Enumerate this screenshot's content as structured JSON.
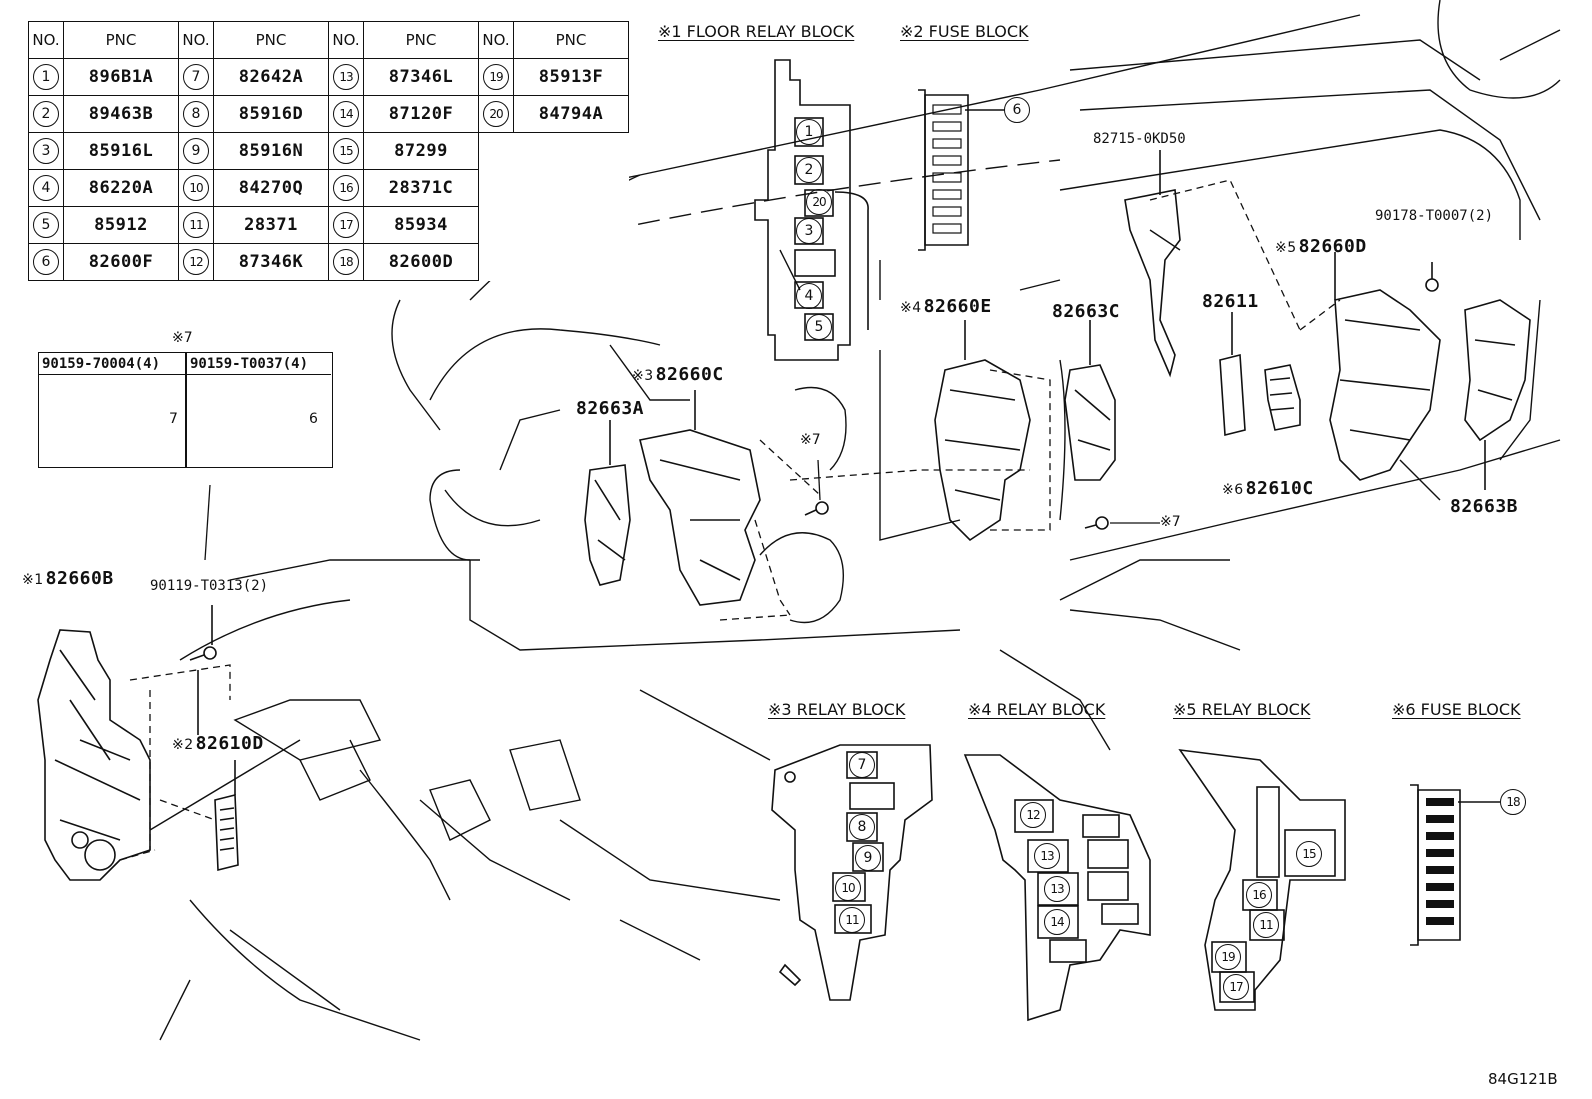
{
  "table": {
    "headers": [
      "NO.",
      "PNC",
      "NO.",
      "PNC",
      "NO.",
      "PNC",
      "NO.",
      "PNC"
    ],
    "rows": [
      [
        {
          "no": "1",
          "pnc": "896B1A"
        },
        {
          "no": "7",
          "pnc": "82642A"
        },
        {
          "no": "13",
          "pnc": "87346L"
        },
        {
          "no": "19",
          "pnc": "85913F"
        }
      ],
      [
        {
          "no": "2",
          "pnc": "89463B"
        },
        {
          "no": "8",
          "pnc": "85916D"
        },
        {
          "no": "14",
          "pnc": "87120F"
        },
        {
          "no": "20",
          "pnc": "84794A"
        }
      ],
      [
        {
          "no": "3",
          "pnc": "85916L"
        },
        {
          "no": "9",
          "pnc": "85916N"
        },
        {
          "no": "15",
          "pnc": "87299"
        }
      ],
      [
        {
          "no": "4",
          "pnc": "86220A"
        },
        {
          "no": "10",
          "pnc": "84270Q"
        },
        {
          "no": "16",
          "pnc": "28371C"
        }
      ],
      [
        {
          "no": "5",
          "pnc": "85912"
        },
        {
          "no": "11",
          "pnc": "28371"
        },
        {
          "no": "17",
          "pnc": "85934"
        }
      ],
      [
        {
          "no": "6",
          "pnc": "82600F"
        },
        {
          "no": "12",
          "pnc": "87346K"
        },
        {
          "no": "18",
          "pnc": "82600D"
        }
      ]
    ]
  },
  "fasteners": {
    "mark": "※7",
    "bolt_a": {
      "pnc": "90159-70004(4)",
      "dim": "7"
    },
    "bolt_b": {
      "pnc": "90159-T0037(4)",
      "dim": "6"
    }
  },
  "sections": {
    "s1": "※1 FLOOR RELAY BLOCK",
    "s2": "※2 FUSE BLOCK",
    "s3": "※3 RELAY BLOCK",
    "s4": "※4 RELAY BLOCK",
    "s5": "※5 RELAY BLOCK",
    "s6": "※6 FUSE BLOCK"
  },
  "callouts": {
    "c1": {
      "mark": "※1",
      "pnc": "82660B"
    },
    "c2": {
      "mark": "※2",
      "pnc": "82610D"
    },
    "c3": {
      "mark": "※3",
      "pnc": "82660C"
    },
    "c4": {
      "mark": "※4",
      "pnc": "82660E"
    },
    "c5": {
      "mark": "※5",
      "pnc": "82660D"
    },
    "c6": {
      "mark": "※6",
      "pnc": "82610C"
    },
    "p82663A": "82663A",
    "p82663B": "82663B",
    "p82663C": "82663C",
    "p82611": "82611",
    "p82715": "82715-0KD50",
    "p90178": "90178-T0007(2)",
    "p90119": "90119-T0313(2)",
    "star7": "※7"
  },
  "block_items": {
    "floor_relay": [
      "1",
      "2",
      "20",
      "3",
      "4",
      "5"
    ],
    "fuse2": "6",
    "relay3": [
      "7",
      "8",
      "9",
      "10",
      "11"
    ],
    "relay4": [
      "12",
      "13",
      "13",
      "14"
    ],
    "relay5": [
      "15",
      "16",
      "11",
      "19",
      "17"
    ],
    "fuse6": "18"
  },
  "figure_code": "84G121B"
}
